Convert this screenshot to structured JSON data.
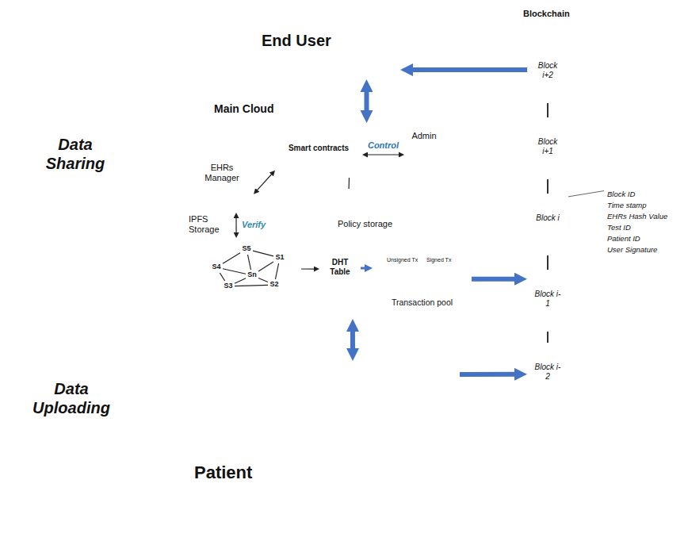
{
  "diagram": {
    "nodes": [
      {
        "text": [
          "Blockchain"
        ]
      },
      {
        "text": [
          "Block i+2"
        ],
        "in": 0
      },
      {
        "text": [
          "Block i+1"
        ],
        "in": 0
      },
      {
        "text": [
          "Block i"
        ],
        "in": 0
      },
      {
        "text": [
          "Block i-1"
        ],
        "in": 0
      },
      {
        "text": [
          "Block i-2"
        ],
        "in": 0
      },
      {
        "text": [
          "End User"
        ]
      },
      {
        "text": [
          "Main Cloud"
        ]
      },
      {
        "text": [
          "Smart contracts"
        ],
        "in": 7
      },
      {
        "text": [
          "Admin"
        ],
        "in": 7
      },
      {
        "text": [
          "EHRs Manager"
        ],
        "in": 7
      },
      {
        "text": [
          "Policy storage"
        ],
        "in": 7
      },
      {
        "text": [
          "IPFS Storage"
        ],
        "in": 7
      },
      {
        "text": [
          "S5"
        ],
        "in": 12
      },
      {
        "text": [
          "S1"
        ],
        "in": 12
      },
      {
        "text": [
          "S4"
        ],
        "in": 12
      },
      {
        "text": [
          "Sn"
        ],
        "in": 12
      },
      {
        "text": [
          "S3"
        ],
        "in": 12
      },
      {
        "text": [
          "S2"
        ],
        "in": 12
      },
      {
        "text": [
          "DHT Table"
        ],
        "in": 7
      },
      {
        "text": [
          "Unsigned Tx",
          "Signed Tx",
          "Transaction pool"
        ],
        "in": 7
      },
      {
        "text": [
          "Block ID",
          "Time stamp",
          "EHRs Hash Value",
          "Test ID",
          "Patient ID",
          "User Signature"
        ]
      },
      {
        "text": [
          "Patient"
        ]
      }
    ],
    "edges": [
      {
        "from": 1,
        "to": 6,
        "arrow": "to"
      },
      {
        "from": 6,
        "to": 7,
        "arrow": "both"
      },
      {
        "from": 8,
        "to": 9,
        "label": "Control",
        "arrow": "both"
      },
      {
        "from": 8,
        "to": 10,
        "arrow": "both"
      },
      {
        "from": 8,
        "to": 11,
        "arrow": "none"
      },
      {
        "from": 10,
        "to": 12,
        "label": "Verify",
        "arrow": "both"
      },
      {
        "from": 12,
        "to": 19,
        "arrow": "to"
      },
      {
        "from": 19,
        "to": 20,
        "arrow": "to"
      },
      {
        "from": 20,
        "to": 4,
        "arrow": "to"
      },
      {
        "from": 7,
        "to": 22,
        "arrow": "both"
      },
      {
        "from": 22,
        "to": 5,
        "arrow": "to"
      },
      {
        "from": 1,
        "to": 2,
        "arrow": "none"
      },
      {
        "from": 2,
        "to": 3,
        "arrow": "none"
      },
      {
        "from": 3,
        "to": 4,
        "arrow": "none"
      },
      {
        "from": 4,
        "to": 5,
        "arrow": "none"
      },
      {
        "from": 3,
        "to": 21,
        "arrow": "none"
      },
      {
        "from": 13,
        "to": 14,
        "arrow": "none"
      },
      {
        "from": 13,
        "to": 15,
        "arrow": "none"
      },
      {
        "from": 13,
        "to": 16,
        "arrow": "none"
      },
      {
        "from": 14,
        "to": 16,
        "arrow": "none"
      },
      {
        "from": 14,
        "to": 18,
        "arrow": "none"
      },
      {
        "from": 15,
        "to": 16,
        "arrow": "none"
      },
      {
        "from": 15,
        "to": 17,
        "arrow": "none"
      },
      {
        "from": 17,
        "to": 16,
        "arrow": "none"
      },
      {
        "from": 17,
        "to": 18,
        "arrow": "none"
      },
      {
        "from": 18,
        "to": 16,
        "arrow": "none"
      }
    ],
    "labels": [
      "Data Sharing",
      "Data Uploading"
    ]
  }
}
